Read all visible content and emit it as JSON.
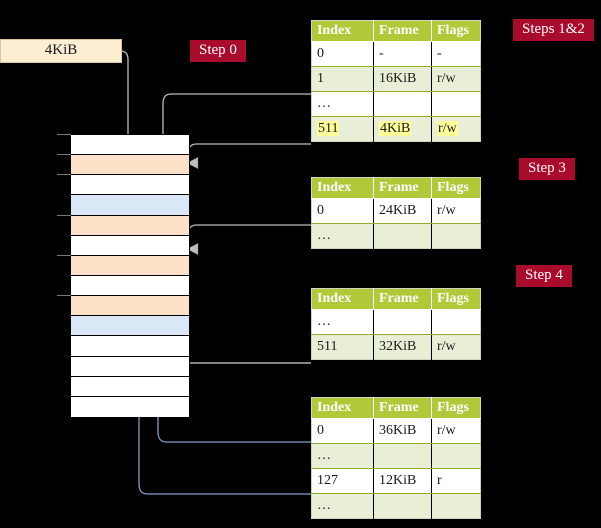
{
  "labels": {
    "size_box": "4KiB",
    "step0": "Step 0",
    "steps12": "Steps 1&2",
    "step3": "Step 3",
    "step4": "Step 4"
  },
  "table_headers": {
    "index": "Index",
    "frame": "Frame",
    "flags": "Flags"
  },
  "tables": [
    {
      "id": "pml4-table",
      "rows": [
        {
          "index": "0",
          "frame": "-",
          "flags": "-",
          "highlight": false
        },
        {
          "index": "1",
          "frame": "16KiB",
          "flags": "r/w",
          "highlight": false
        },
        {
          "index": "…",
          "frame": "",
          "flags": "",
          "highlight": false
        },
        {
          "index": "511",
          "frame": "4KiB",
          "flags": "r/w",
          "highlight": true
        }
      ]
    },
    {
      "id": "pdpt-table",
      "rows": [
        {
          "index": "0",
          "frame": "24KiB",
          "flags": "r/w",
          "highlight": false
        },
        {
          "index": "…",
          "frame": "",
          "flags": "",
          "highlight": false
        }
      ]
    },
    {
      "id": "pd-table",
      "rows": [
        {
          "index": "…",
          "frame": "",
          "flags": "",
          "highlight": false
        },
        {
          "index": "511",
          "frame": "32KiB",
          "flags": "r/w",
          "highlight": false
        }
      ]
    },
    {
      "id": "pt-table",
      "rows": [
        {
          "index": "0",
          "frame": "36KiB",
          "flags": "r/w",
          "highlight": false
        },
        {
          "index": "…",
          "frame": "",
          "flags": "",
          "highlight": false
        },
        {
          "index": "127",
          "frame": "12KiB",
          "flags": "r",
          "highlight": false
        },
        {
          "index": "…",
          "frame": "",
          "flags": "",
          "highlight": false
        }
      ]
    }
  ],
  "memory_rows": [
    {
      "fill": "white"
    },
    {
      "fill": "orange"
    },
    {
      "fill": "white"
    },
    {
      "fill": "blue"
    },
    {
      "fill": "orange"
    },
    {
      "fill": "white"
    },
    {
      "fill": "orange"
    },
    {
      "fill": "white"
    },
    {
      "fill": "orange"
    },
    {
      "fill": "blue"
    },
    {
      "fill": "white"
    },
    {
      "fill": "white"
    },
    {
      "fill": "white"
    },
    {
      "fill": "white"
    }
  ],
  "colors": {
    "badge": "#a80b2b",
    "header": "#afc938",
    "alt_row": "#e9eed7",
    "highlight": "#ffff99",
    "size_box": "#fbeed3",
    "mem_orange": "#fde1c8",
    "mem_blue": "#d9e7f7",
    "arrow_gray": "#b0b0b0",
    "arrow_blue": "#6b8fc0",
    "background": "#000000"
  }
}
